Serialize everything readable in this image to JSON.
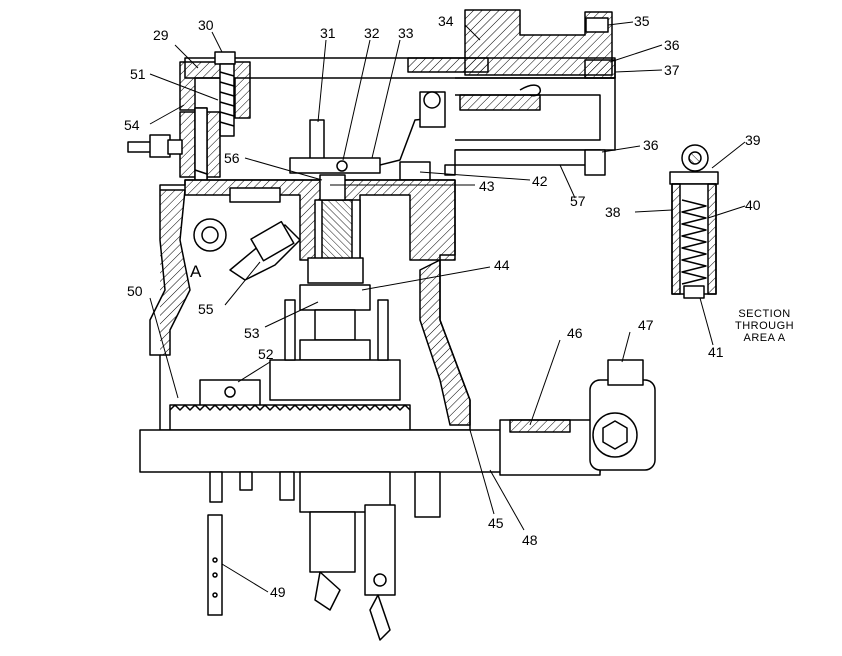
{
  "diagram": {
    "callouts": [
      "29",
      "30",
      "31",
      "32",
      "33",
      "34",
      "35",
      "36",
      "37",
      "51",
      "54",
      "56",
      "36",
      "42",
      "43",
      "57",
      "39",
      "40",
      "38",
      "44",
      "50",
      "55",
      "53",
      "52",
      "46",
      "47",
      "41",
      "45",
      "48",
      "49"
    ],
    "area_label": "A",
    "caption": [
      "SECTION",
      "THROUGH",
      "AREA A"
    ]
  }
}
